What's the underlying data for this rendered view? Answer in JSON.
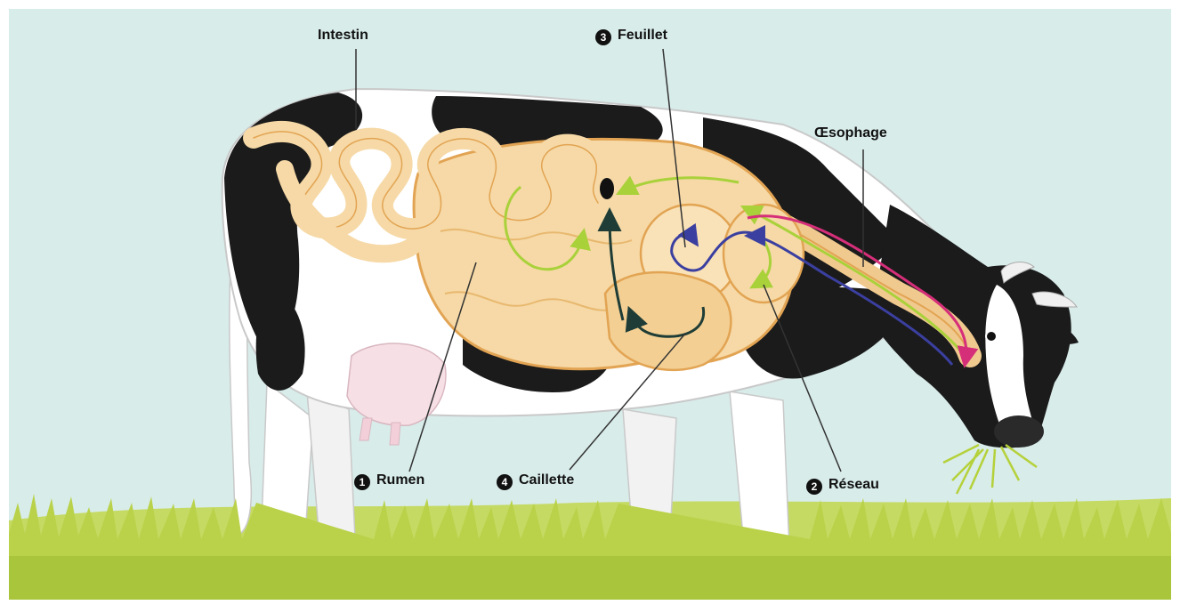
{
  "labels": {
    "intestin": {
      "text": "Intestin"
    },
    "feuillet": {
      "number": "3",
      "text": "Feuillet"
    },
    "oesophage": {
      "text": "Œsophage"
    },
    "rumen": {
      "number": "1",
      "text": "Rumen"
    },
    "caillette": {
      "number": "4",
      "text": "Caillette"
    },
    "reseau": {
      "number": "2",
      "text": "Réseau"
    }
  },
  "colors": {
    "sky": "#d8ecea",
    "grass": "#b9d24a",
    "cow_black": "#1b1b1b",
    "cow_white": "#ffffff",
    "organ_fill": "#f6d9a6",
    "organ_outline": "#e2a453",
    "food_path_green": "#a9d13a",
    "rumination_pink": "#d62f7a",
    "return_blue": "#3b3fa0",
    "abomasum_path": "#1f3d36"
  },
  "icons": [
    "cow-illustration",
    "grass"
  ]
}
